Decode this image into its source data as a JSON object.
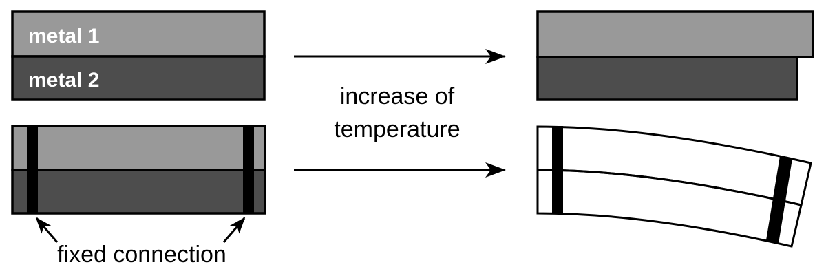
{
  "diagram": {
    "labels": {
      "metal1": "metal 1",
      "metal2": "metal 2",
      "transition_line1": "increase of",
      "transition_line2": "temperature",
      "fixed_connection": "fixed connection"
    },
    "colors": {
      "metal1_fill": "#999999",
      "metal2_fill": "#4d4d4d",
      "fixed_band": "#000000",
      "outline": "#000000",
      "metal_label_text": "#ffffff",
      "annotation_text": "#000000",
      "background": "#ffffff"
    }
  }
}
